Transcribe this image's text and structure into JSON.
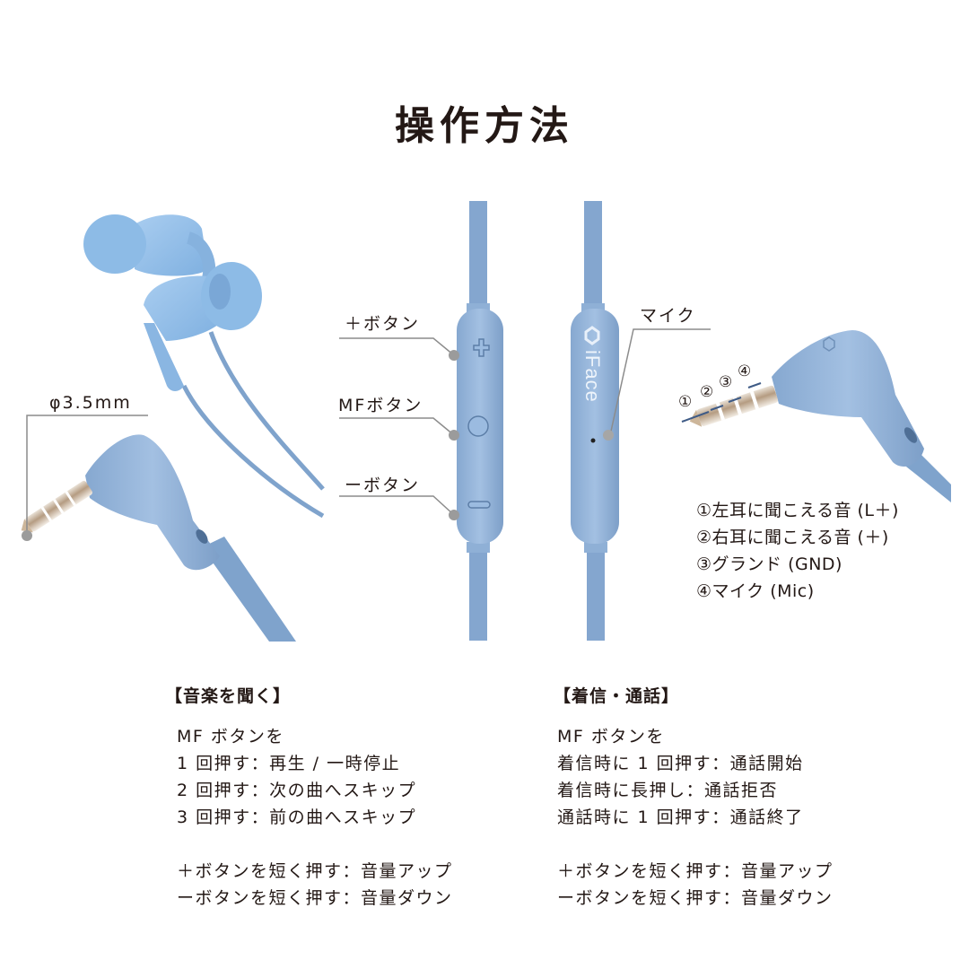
{
  "page": {
    "title": "操作方法"
  },
  "product": {
    "brand_logo_text": "iFace",
    "color": "#8fb0d6",
    "color_dark": "#6f93bd",
    "plug_metal_color": "#c9b8a2"
  },
  "callouts": {
    "jack_size": "φ3.5mm",
    "plus_button": "＋ボタン",
    "mf_button": "MFボタン",
    "minus_button": "ーボタン",
    "mic": "マイク"
  },
  "jack_pins": {
    "markers": [
      "①",
      "②",
      "③",
      "④"
    ],
    "legend": [
      "①左耳に聞こえる音 (L＋)",
      "②右耳に聞こえる音 (＋)",
      "③グランド (GND)",
      "④マイク (Mic)"
    ]
  },
  "sections": {
    "music": {
      "heading": "【音楽を聞く】",
      "lines": [
        "MF ボタンを",
        "1 回押す：再生 / 一時停止",
        "2 回押す：次の曲へスキップ",
        "3 回押す：前の曲へスキップ",
        "",
        "＋ボタンを短く押す：音量アップ",
        "ーボタンを短く押す：音量ダウン"
      ]
    },
    "call": {
      "heading": "【着信・通話】",
      "lines": [
        "MF ボタンを",
        "着信時に 1 回押す：通話開始",
        "着信時に長押し：通話拒否",
        "通話時に 1 回押す：通話終了",
        "",
        "＋ボタンを短く押す：音量アップ",
        "ーボタンを短く押す：音量ダウン"
      ]
    }
  }
}
